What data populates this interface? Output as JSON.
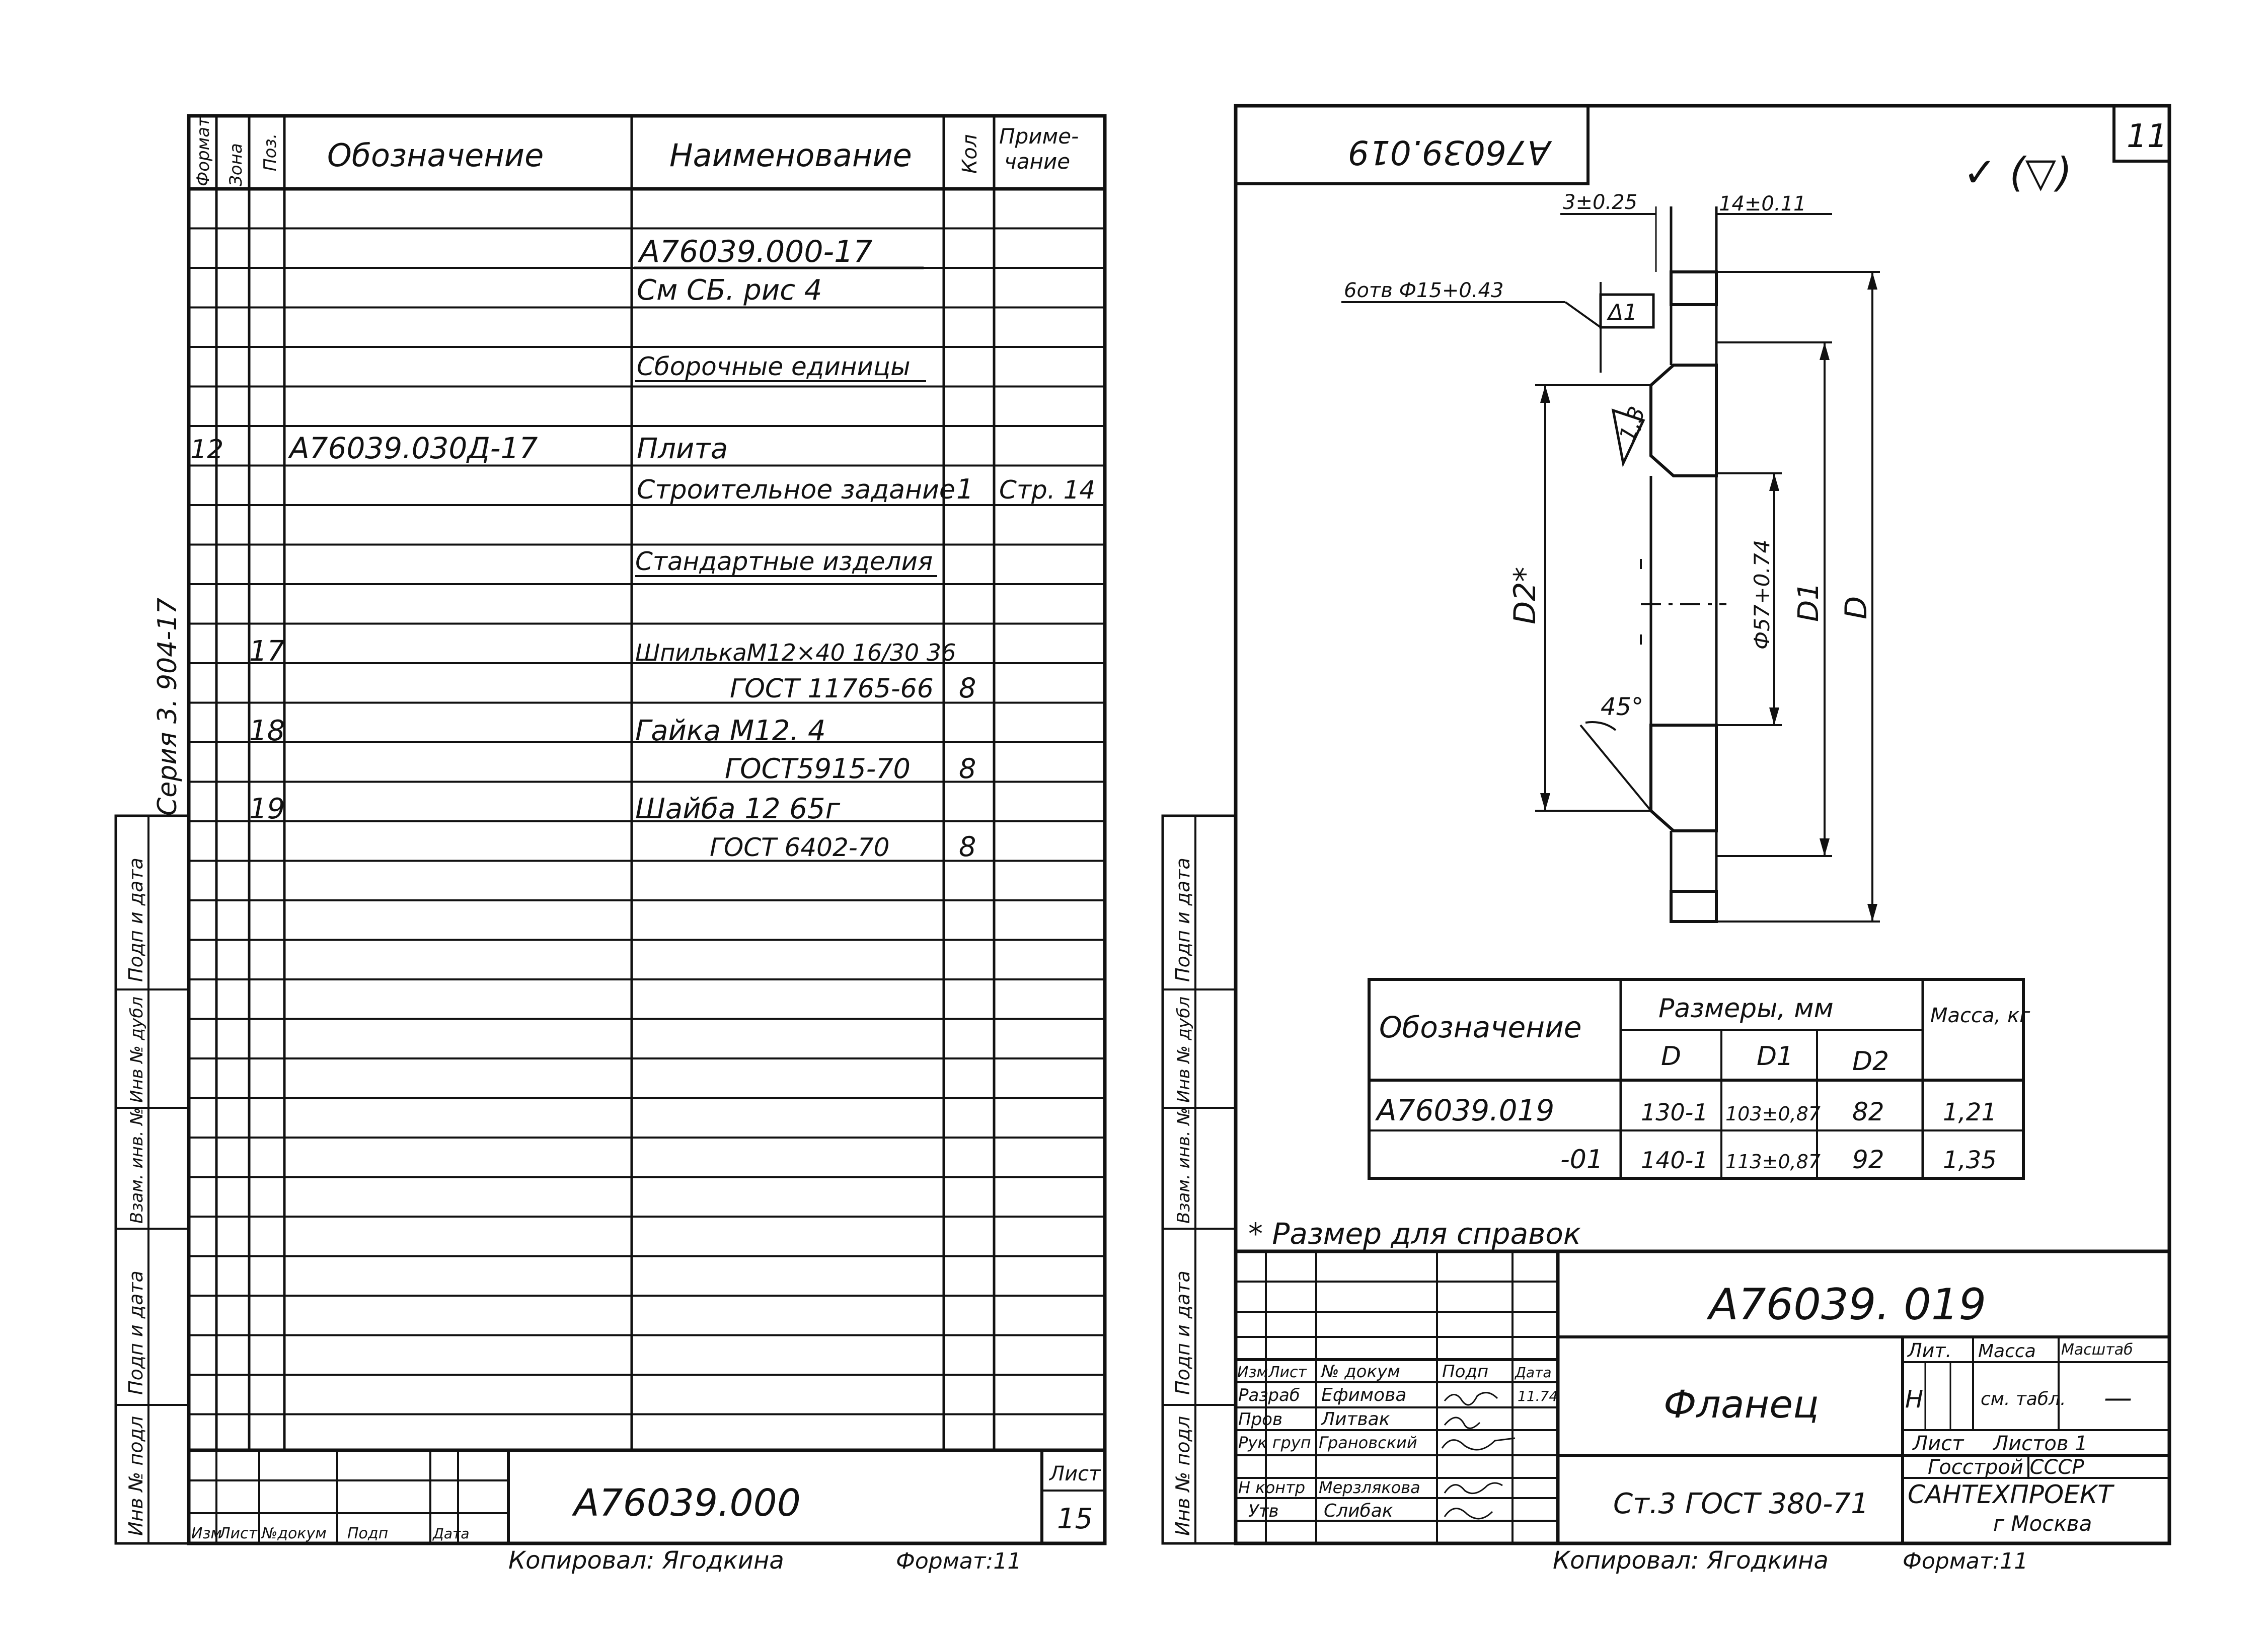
{
  "left_sheet": {
    "side_label": "Серия 3. 904-17",
    "headers": {
      "format": "Формат",
      "zone": "Зона",
      "pos": "Поз.",
      "designation": "Обозначение",
      "name": "Наименование",
      "qty": "Кол",
      "note_1": "Приме-",
      "note_2": "чание"
    },
    "rows": [
      {
        "name": "А76039.000-17",
        "style": "title"
      },
      {
        "name": "См СБ. рис 4"
      },
      {
        "name": "Сборочные единицы",
        "style": "section"
      },
      {
        "format": "12",
        "designation": "А76039.030Д-17",
        "name": "Плита"
      },
      {
        "name": "Строительное задание",
        "qty": "1",
        "note": "Стр. 14"
      },
      {
        "name": "Стандартные изделия",
        "style": "section"
      },
      {
        "pos": "17",
        "name": "ШпилькаМ12×40 16/30 36"
      },
      {
        "name": "ГОСТ 11765-66",
        "qty": "8",
        "indent": true
      },
      {
        "pos": "18",
        "name": "Гайка М12. 4"
      },
      {
        "name": "ГОСТ5915-70",
        "qty": "8",
        "indent": true
      },
      {
        "pos": "19",
        "name": "Шайба 12 65г"
      },
      {
        "name": "ГОСТ 6402-70",
        "qty": "8",
        "indent": true
      }
    ],
    "side_stamp": [
      "Инв № подл",
      "Подп и дата",
      "Взам. инв. №",
      "Инв № дубл",
      "Подп и дата"
    ],
    "title_block": {
      "labels": [
        "Изм",
        "Лист",
        "№докум",
        "Подп",
        "Дата"
      ],
      "code": "А76039.000",
      "sheet_label": "Лист",
      "sheet_no": "15"
    },
    "footer": {
      "copied": "Копировал: Ягодкина",
      "format": "Формат:11"
    }
  },
  "right_sheet": {
    "corner_code": "А76039.019",
    "sheet_number": "11",
    "roughness": "✓ (▽)",
    "drawing": {
      "dim_thickness": "3±0.25",
      "dim_hub": "14±0.11",
      "holes": "6отв Ф15+0.43",
      "delta": "Δ1",
      "bevel": "1,3",
      "angle": "45°",
      "d2": "D2*",
      "bore": "Ф57+0.74",
      "d1": "D1",
      "d": "D"
    },
    "table": {
      "h_designation": "Обозначение",
      "h_sizes": "Размеры, мм",
      "h_mass": "Масса, кг",
      "sub": [
        "D",
        "D1",
        "D2"
      ],
      "rows": [
        {
          "designation": "А76039.019",
          "d": "130-1",
          "d1": "103±0,87",
          "d2": "82",
          "mass": "1,21"
        },
        {
          "designation": "-01",
          "d": "140-1",
          "d1": "113±0,87",
          "d2": "92",
          "mass": "1,35"
        }
      ]
    },
    "footnote": "* Размер для справок",
    "side_stamp": [
      "Инв № подл",
      "Подп и дата",
      "Взам. инв. №",
      "Инв № дубл",
      "Подп и дата"
    ],
    "title_block": {
      "code": "А76039. 019",
      "name": "Фланец",
      "material": "Ст.3 ГОСТ 380-71",
      "col_labels": [
        "Изм",
        "Лист",
        "№ докум",
        "Подп",
        "Дата"
      ],
      "roles": [
        {
          "role": "Разраб",
          "person": "Ефимова",
          "date": "11.74"
        },
        {
          "role": "Пров",
          "person": "Литвак"
        },
        {
          "role": "Рук груп",
          "person": "Грановский"
        },
        {
          "role": "",
          "person": ""
        },
        {
          "role": "Н контр",
          "person": "Мерзлякова"
        },
        {
          "role": "Утв",
          "person": "Слибак"
        }
      ],
      "lit_label": "Лит.",
      "mass_label": "Масса",
      "scale_label": "Масштаб",
      "lit": "Н",
      "mass": "см. табл.",
      "scale": "—",
      "sheet_label": "Лист",
      "sheets_label": "Листов 1",
      "org1": "Госстрой СССР",
      "org2": "САНТЕХПРОЕКТ",
      "org3": "г Москва"
    },
    "footer": {
      "copied": "Копировал: Ягодкина",
      "format": "Формат:11"
    }
  }
}
